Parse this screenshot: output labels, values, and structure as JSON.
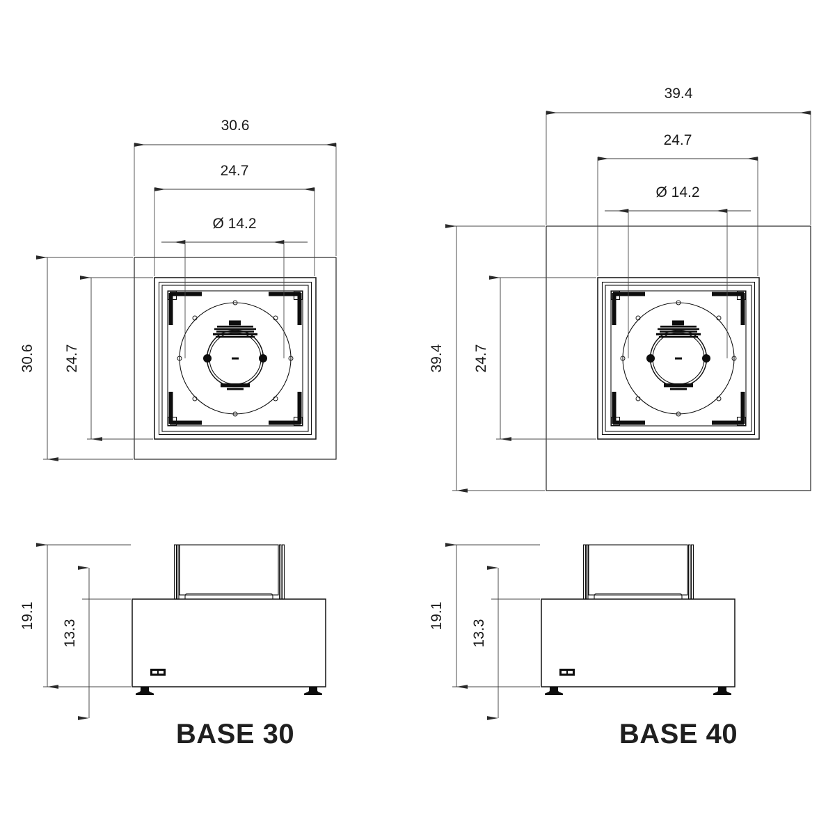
{
  "drawing": {
    "type": "technical-dimension-drawing",
    "units_note": "",
    "background": "#ffffff",
    "line_color": "#111111",
    "text_color": "#1f1f1f"
  },
  "views": [
    {
      "id": "base-30",
      "title": "BASE 30",
      "top_view": {
        "dimensions": {
          "overall_width": "30.6",
          "inner_width": "24.7",
          "burner_diameter": "Ø 14.2",
          "overall_depth": "30.6",
          "inner_depth": "24.7"
        }
      },
      "side_view": {
        "dimensions": {
          "overall_height": "19.1",
          "base_height": "13.3"
        }
      }
    },
    {
      "id": "base-40",
      "title": "BASE 40",
      "top_view": {
        "dimensions": {
          "overall_width": "39.4",
          "inner_width": "24.7",
          "burner_diameter": "Ø 14.2",
          "overall_depth": "39.4",
          "inner_depth": "24.7"
        }
      },
      "side_view": {
        "dimensions": {
          "overall_height": "19.1",
          "base_height": "13.3"
        }
      }
    }
  ],
  "labels": {
    "left_top_overall_w": "30.6",
    "left_top_inner_w": "24.7",
    "left_top_dia": "Ø 14.2",
    "left_top_overall_h": "30.6",
    "left_top_inner_h": "24.7",
    "left_side_overall": "19.1",
    "left_side_base": "13.3",
    "left_title": "BASE 30",
    "right_top_overall_w": "39.4",
    "right_top_inner_w": "24.7",
    "right_top_dia": "Ø 14.2",
    "right_top_overall_h": "39.4",
    "right_top_inner_h": "24.7",
    "right_side_overall": "19.1",
    "right_side_base": "13.3",
    "right_title": "BASE 40"
  }
}
